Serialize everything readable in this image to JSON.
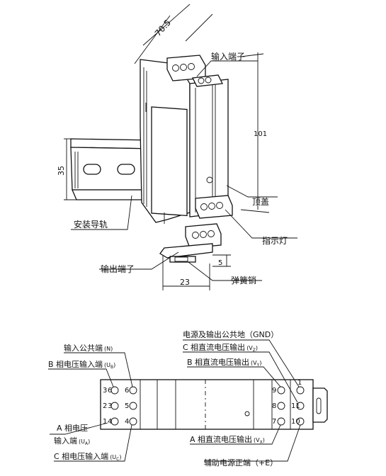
{
  "top_view": {
    "dimensions": {
      "width_depth": "70.5",
      "height": "101",
      "rail_height": "35",
      "pin_offset": "5",
      "bottom_width": "23"
    },
    "callouts": {
      "input_terminal": "输入端子",
      "top_cover": "顶盖",
      "mounting_rail": "安装导轨",
      "indicator_light": "指示灯",
      "output_terminal": "输出端子",
      "spring_pin": "弹簧销"
    }
  },
  "wiring_view": {
    "left_labels": {
      "input_common": "输入公共端",
      "input_common_sym": "(N)",
      "phase_b_input": "B 相电压输入端",
      "phase_b_sym": "(U",
      "phase_b_sub": "B",
      "phase_a_line1": "A 相电压",
      "phase_a_line2": "输入端",
      "phase_a_sym": "(U",
      "phase_a_sub": "A",
      "phase_c_input": "C 相电压输入端",
      "phase_c_sym": "(U",
      "phase_c_sub": "C"
    },
    "right_labels": {
      "power_output_ground": "电源及输出公共地（GND）",
      "phase_c_dc_output": "C 相直流电压输出",
      "phase_c_dc_sym": "(V",
      "phase_c_dc_sub": "Z",
      "phase_b_dc_output": "B 相直流电压输出",
      "phase_b_dc_sym": "(V",
      "phase_b_dc_sub": "Y",
      "phase_a_dc_output": "A 相直流电压输出",
      "phase_a_dc_sym": "(V",
      "phase_a_dc_sub": "X",
      "aux_power_positive": "辅助电源正端（+E）"
    },
    "terminals_left_outer": [
      "3",
      "2",
      "1"
    ],
    "terminals_left_outer_suffix": [
      "6",
      "3",
      "4"
    ],
    "terminals_left_inner": [
      "6",
      "5",
      "4"
    ],
    "terminals_right_inner": [
      "9",
      "8",
      "7"
    ],
    "terminals_right_outer": [
      "1",
      "11",
      "10"
    ],
    "terminal_right_outer_top": "1"
  }
}
